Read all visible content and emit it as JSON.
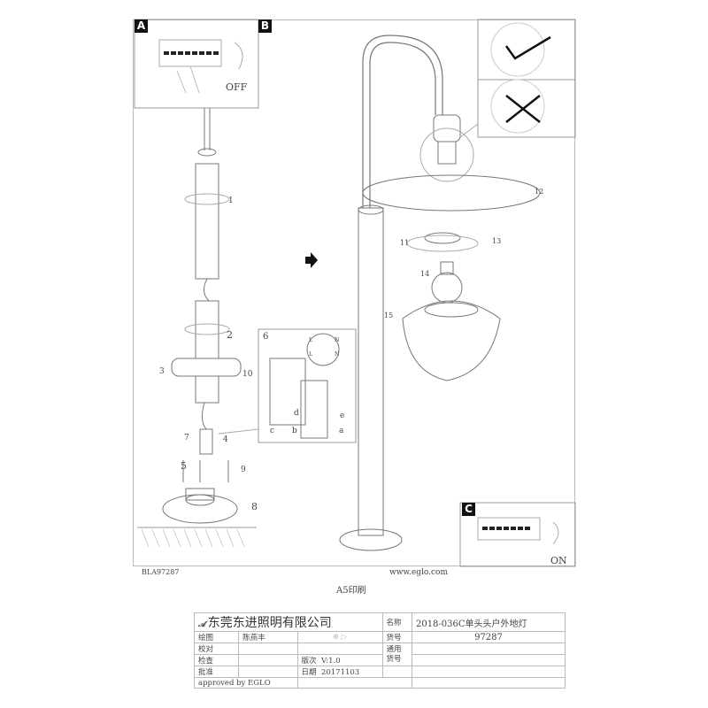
{
  "panels": {
    "a": "A",
    "b": "B",
    "c": "C"
  },
  "switch": {
    "off": "OFF",
    "on": "ON"
  },
  "callouts": [
    "1",
    "2",
    "3",
    "4",
    "5",
    "6",
    "7",
    "8",
    "9",
    "10",
    "11",
    "12",
    "13",
    "14",
    "15"
  ],
  "connector": {
    "letters": [
      "a",
      "b",
      "c",
      "d",
      "e"
    ],
    "terminals": [
      "L",
      "N",
      "L",
      "N"
    ]
  },
  "footer": {
    "model_code": "BLA97287",
    "website": "www.eglo.com",
    "print_note": "A5印刷"
  },
  "title_block": {
    "company": "东莞东进照明有限公司",
    "name_label": "名称",
    "name_value": "2018-036C单头头户外地灯",
    "drawn_label": "绘图",
    "drawn_value": "陈燕丰",
    "item_label": "货号",
    "item_value": "97287",
    "check_label": "校对",
    "inspect_label": "检查",
    "approve_label": "批准",
    "general_label": "通用\n货号",
    "version_label": "版次",
    "version_value": "V:1.0",
    "date_label": "日期",
    "date_value": "20171103",
    "approved": "approved by EGLO"
  }
}
